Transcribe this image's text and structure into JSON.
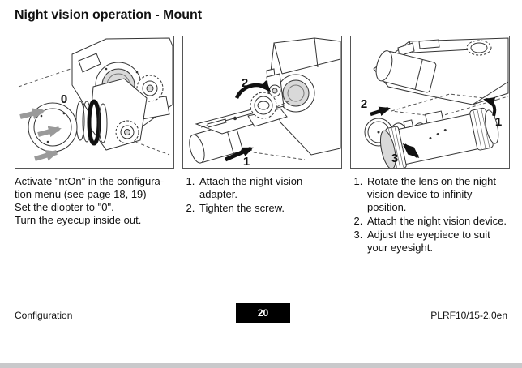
{
  "page": {
    "title": "Night vision operation - Mount"
  },
  "colors": {
    "line": "#333333",
    "gray_arrow": "#9a9a9a",
    "black_arrow": "#111111",
    "lens_tint": "#d9d9d9",
    "bottom_strip": "#c9c9cb",
    "page_box_bg": "#000000",
    "page_box_text": "#ffffff"
  },
  "panels": [
    {
      "illustration": "eyepiece-diopter-and-eyecup",
      "diagram_labels": [
        "0"
      ],
      "caption": "Activate \"ntOn\" in the configura-\ntion menu (see page 18, 19)\nSet the diopter to \"0\".\nTurn the eyecup inside out."
    },
    {
      "illustration": "night-vision-adapter-attachment",
      "diagram_labels": [
        "2",
        "1"
      ],
      "items": [
        "Attach the night vision adapter.",
        "Tighten the screw."
      ]
    },
    {
      "illustration": "night-vision-device-attachment",
      "diagram_labels": [
        "2",
        "1",
        "3"
      ],
      "items": [
        "Rotate the lens on the night vision device to infinity position.",
        "Attach the night vision device.",
        "Adjust the eyepiece to suit your eyesight."
      ]
    }
  ],
  "footer": {
    "left_label": "Configuration",
    "page_number": "20",
    "doc_code": "PLRF10/15-2.0en"
  }
}
